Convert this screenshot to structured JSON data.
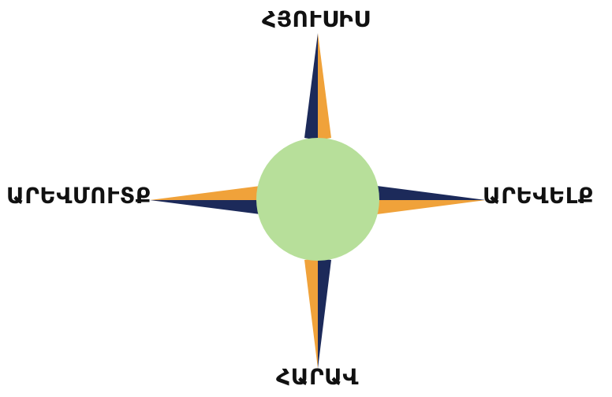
{
  "labels": {
    "north": "ՀՅՈՒՍԻՍ",
    "south": "ՀԱՐԱՎ",
    "west": "ԱՐԵՎՄՈՒՏՔ",
    "east": "ԱՐԵՎԵԼՔ"
  },
  "colors": {
    "navy": "#1c2a5a",
    "orange": "#f0a23a",
    "center": "#b7df9a",
    "text": "#111111"
  }
}
